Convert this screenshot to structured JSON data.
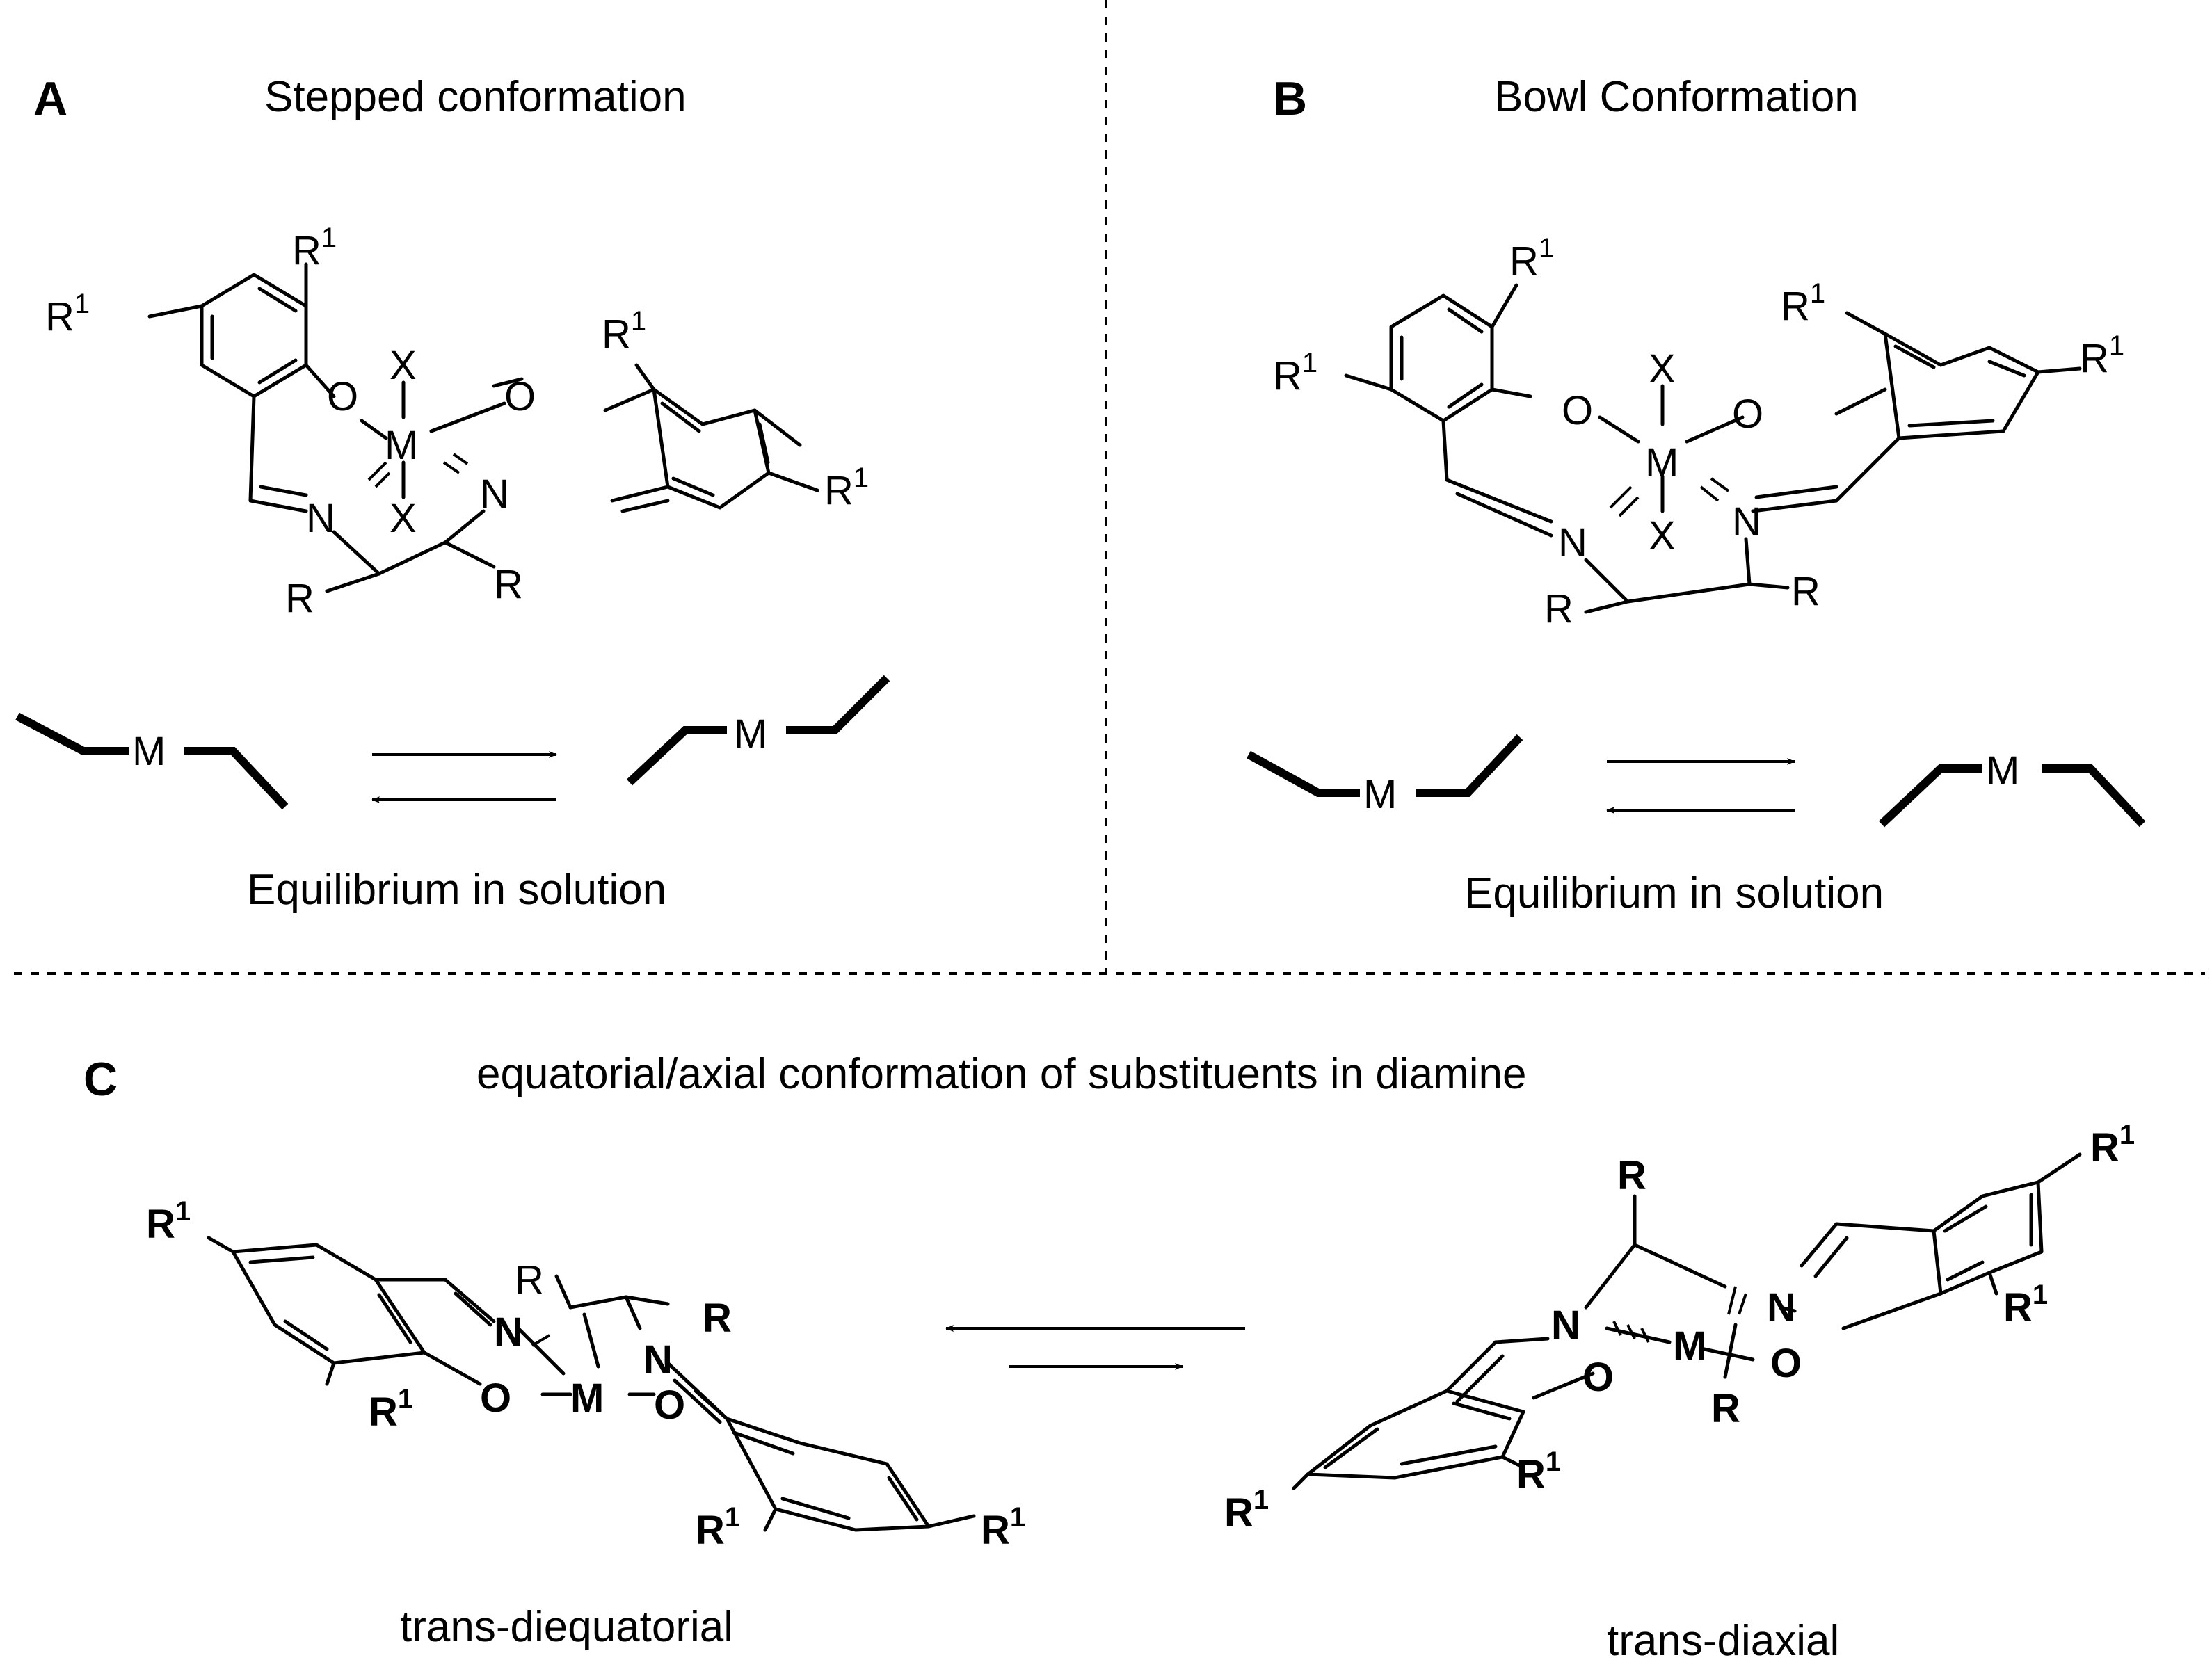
{
  "panels": {
    "A": {
      "letter": "A",
      "title": "Stepped conformation",
      "caption": "Equilibrium in solution"
    },
    "B": {
      "letter": "B",
      "title": "Bowl Conformation",
      "caption": "Equilibrium in solution"
    },
    "C": {
      "letter": "C",
      "title": "equatorial/axial conformation of substituents in diamine",
      "left_caption": "trans-diequatorial",
      "right_caption": "trans-diaxial"
    }
  },
  "atoms": {
    "metal": "M",
    "oxygen": "O",
    "nitrogen": "N",
    "ligand": "X",
    "substituent": "R",
    "aryl_substituent": "R",
    "aryl_superscript": "1"
  }
}
